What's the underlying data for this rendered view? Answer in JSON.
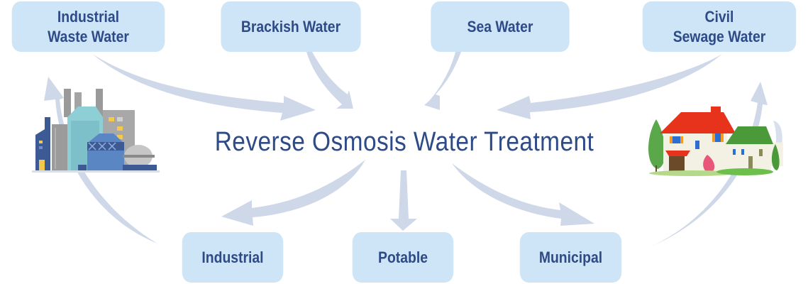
{
  "title": "Reverse Osmosis Water Treatment",
  "sources": [
    {
      "id": "industrial-waste-water",
      "lines": [
        "Industrial",
        "Waste Water"
      ]
    },
    {
      "id": "brackish-water",
      "lines": [
        "Brackish Water"
      ]
    },
    {
      "id": "sea-water",
      "lines": [
        "Sea Water"
      ]
    },
    {
      "id": "civil-sewage-water",
      "lines": [
        "Civil",
        "Sewage Water"
      ]
    }
  ],
  "outputs": [
    {
      "id": "industrial",
      "label": "Industrial"
    },
    {
      "id": "potable",
      "label": "Potable"
    },
    {
      "id": "municipal",
      "label": "Municipal"
    }
  ],
  "illustrations": {
    "left": "factory-illustration",
    "right": "houses-illustration"
  },
  "colors": {
    "box_fill": "#cde5f6",
    "text": "#2e4a87",
    "arrow": "#cfd8e8"
  }
}
